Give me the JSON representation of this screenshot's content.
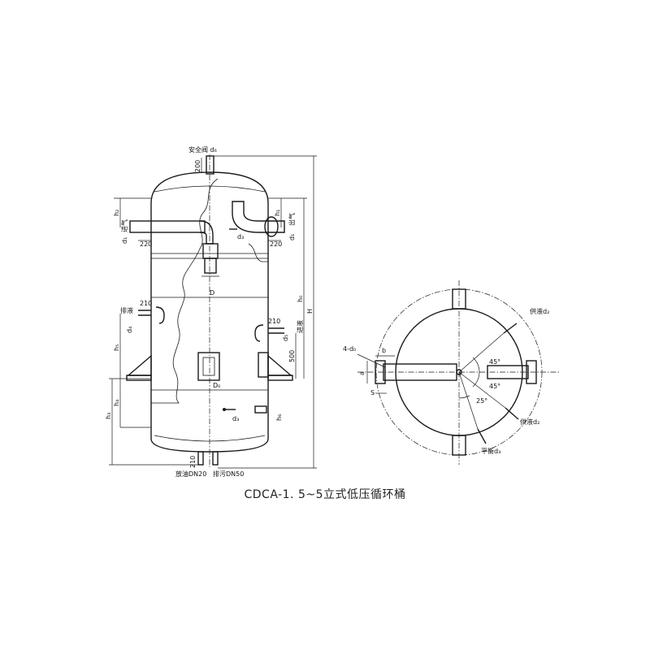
{
  "title": "CDCA-1. 5~5立式低压循环桶",
  "elevation": {
    "safety_valve": "安全阀 d₆",
    "inlet_gas": "进气",
    "outlet_gas": "出气",
    "drain_liquid": "排液",
    "inlet_liquid": "进液",
    "oil_drain": "放油DN20",
    "sewage_drain": "排污DN50",
    "d1": "d₁",
    "d3": "d₃",
    "d4": "d₄",
    "d5": "d₅",
    "d3b": "d₃",
    "D": "D",
    "D0": "D₀",
    "H": "H",
    "h0": "h₀",
    "h1": "h₁",
    "h2": "h₂",
    "h3": "h₃",
    "h4": "h₄",
    "h5": "h₅",
    "h6": "h₆",
    "dim_200": "200",
    "dim_220_left": "220",
    "dim_220_right": "220",
    "dim_210_left": "210",
    "dim_210_right": "210",
    "dim_500": "500",
    "dim_210_bottom": "210"
  },
  "plan": {
    "supply_top": "供液d₂",
    "supply_bottom": "供液d₂",
    "balance": "平衡d₃",
    "holes": "4-d₀",
    "b": "b",
    "a": "a",
    "s": "S",
    "angle_45_upper": "45°",
    "angle_45_lower": "45°",
    "angle_25": "25°"
  }
}
